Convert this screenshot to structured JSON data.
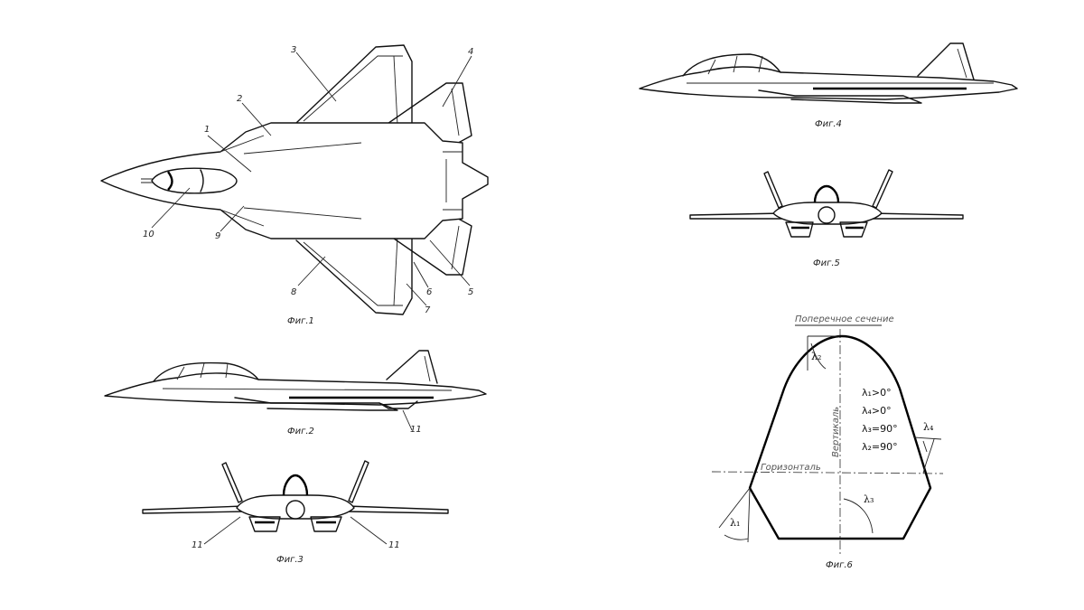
{
  "figures": {
    "fig1": {
      "caption": "Фиг.1",
      "callouts": [
        "1",
        "2",
        "3",
        "4",
        "5",
        "6",
        "7",
        "8",
        "9",
        "10"
      ]
    },
    "fig2": {
      "caption": "Фиг.2",
      "callouts": [
        "11"
      ]
    },
    "fig3": {
      "caption": "Фиг.3",
      "callouts": [
        "11",
        "11"
      ]
    },
    "fig4": {
      "caption": "Фиг.4"
    },
    "fig5": {
      "caption": "Фиг.5"
    },
    "fig6": {
      "caption": "Фиг.6",
      "title": "Поперечное сечение",
      "horizontal_label": "Горизонталь",
      "vertical_label": "Вертикаль",
      "angle_labels": [
        "λ₁",
        "λ₂",
        "λ₃",
        "λ₄"
      ],
      "conditions": [
        "λ₁>0°",
        "λ₄>0°",
        "λ₃=90°",
        "λ₂=90°"
      ]
    }
  }
}
